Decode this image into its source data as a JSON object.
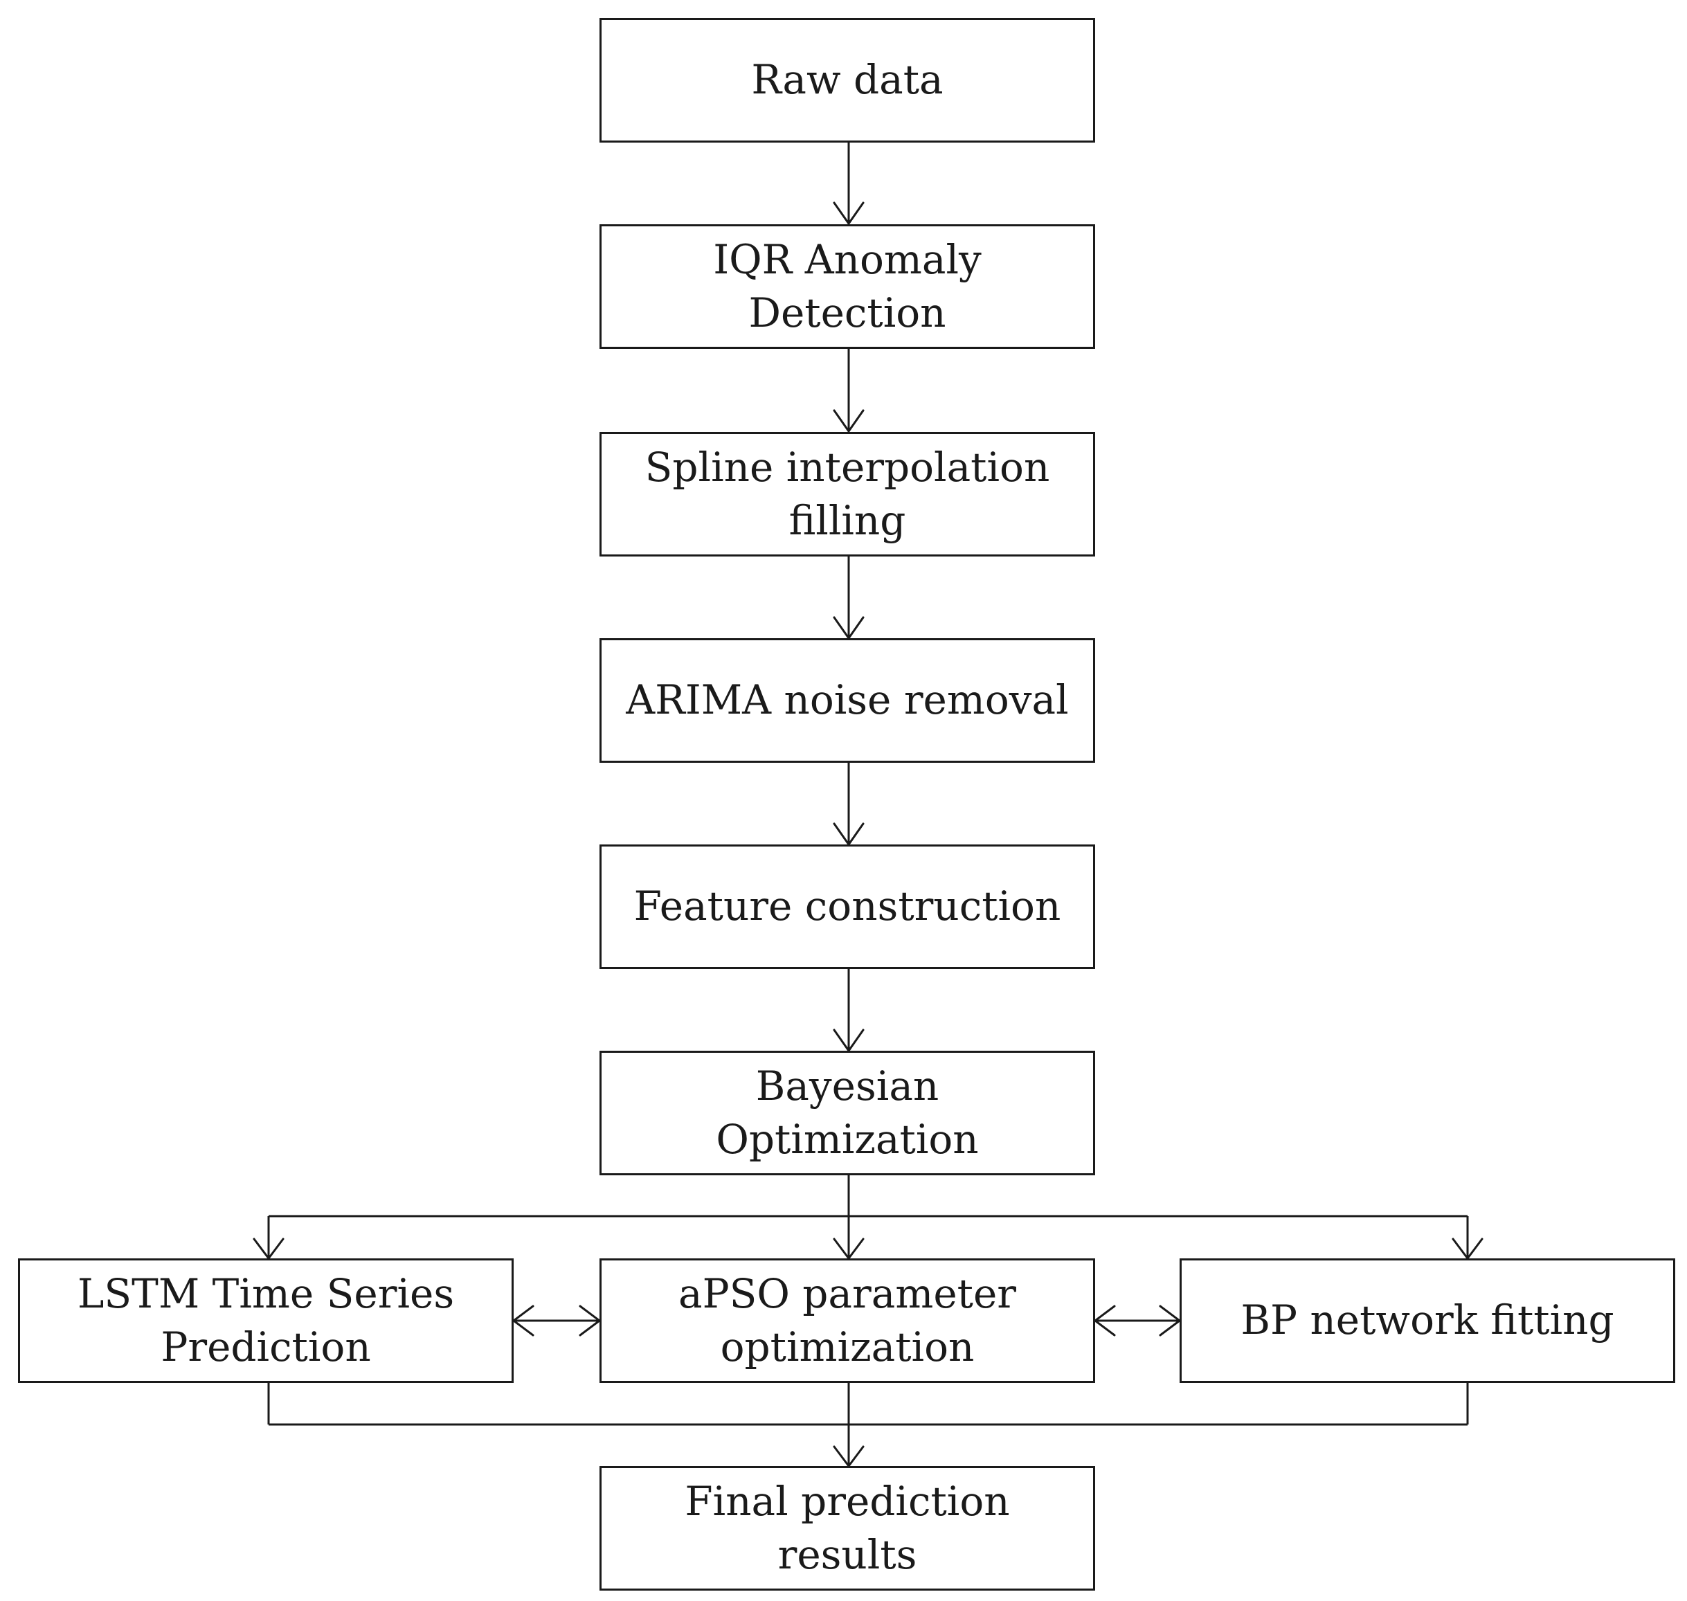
{
  "nodes": {
    "raw_data": {
      "lines": [
        "Raw data"
      ]
    },
    "iqr": {
      "lines": [
        "IQR Anomaly",
        "Detection"
      ]
    },
    "spline": {
      "lines": [
        "Spline interpolation",
        "filling"
      ]
    },
    "arima": {
      "lines": [
        "ARIMA noise removal"
      ]
    },
    "feature": {
      "lines": [
        "Feature construction"
      ]
    },
    "bayesian": {
      "lines": [
        "Bayesian",
        "Optimization"
      ]
    },
    "lstm": {
      "lines": [
        "LSTM Time Series",
        "Prediction"
      ]
    },
    "apso": {
      "lines": [
        "aPSO parameter",
        "optimization"
      ]
    },
    "bp": {
      "lines": [
        "BP network fitting"
      ]
    },
    "final": {
      "lines": [
        "Final prediction",
        "results"
      ]
    }
  },
  "colors": {
    "stroke": "#1a1a1a",
    "background": "#ffffff"
  }
}
